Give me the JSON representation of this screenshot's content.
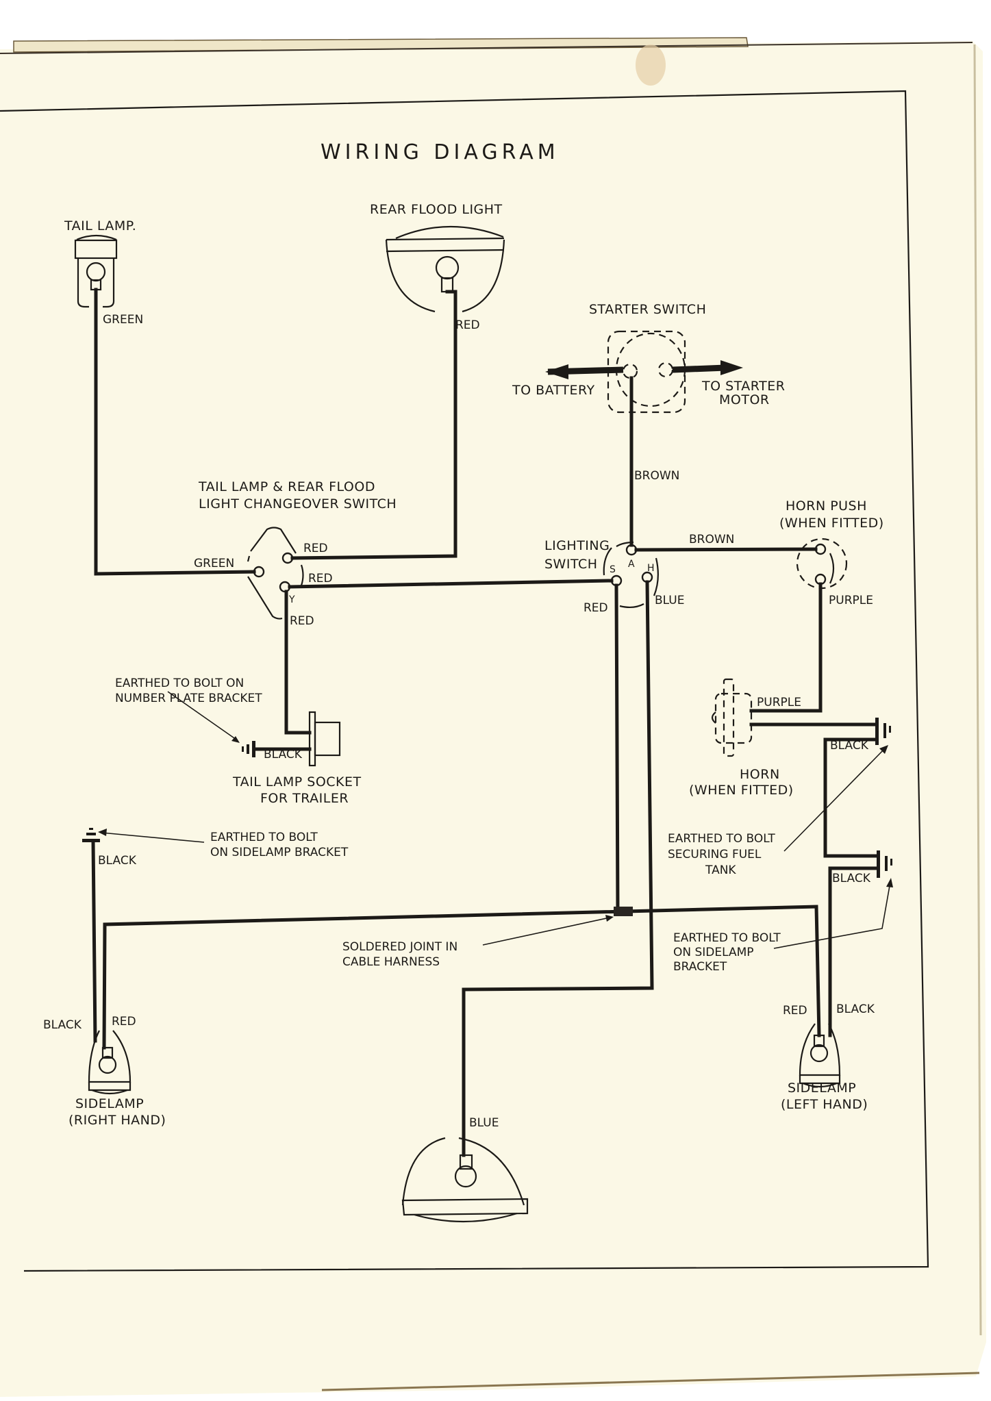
{
  "title": "WIRING DIAGRAM",
  "colors": {
    "paper": "#fbf8e6",
    "ink": "#1c1a17",
    "stain": "#e6cfa6"
  },
  "components": {
    "tail_lamp": {
      "label": "TAIL LAMP."
    },
    "rear_flood_light": {
      "label": "REAR  FLOOD  LIGHT"
    },
    "starter_switch": {
      "label": "STARTER SWITCH",
      "to_battery": "TO BATTERY",
      "to_starter_line1": "TO  STARTER",
      "to_starter_line2": "MOTOR"
    },
    "changeover_switch": {
      "label_line1": "TAIL LAMP & REAR FLOOD",
      "label_line2": "LIGHT  CHANGEOVER  SWITCH",
      "terminal_y": "Y"
    },
    "lighting_switch": {
      "label_line1": "LIGHTING",
      "label_line2": "SWITCH",
      "terminal_s": "S",
      "terminal_a": "A",
      "terminal_h": "H"
    },
    "horn_push": {
      "label_line1": "HORN PUSH",
      "label_line2": "(WHEN FITTED)"
    },
    "horn": {
      "label_line1": "HORN",
      "label_line2": "(WHEN FITTED)"
    },
    "trailer_socket": {
      "label_line1": "TAIL  LAMP  SOCKET",
      "label_line2": "FOR  TRAILER"
    },
    "sidelamp_right": {
      "label_line1": "SIDELAMP",
      "label_line2": "(RIGHT HAND)"
    },
    "sidelamp_left": {
      "label_line1": "SIDELAMP",
      "label_line2": "(LEFT  HAND)"
    },
    "headlamp": {}
  },
  "annotations": {
    "earth_number_plate": [
      "EARTHED TO BOLT ON",
      "NUMBER  PLATE BRACKET"
    ],
    "earth_sidelamp_right": [
      "EARTHED  TO  BOLT",
      "ON  SIDELAMP  BRACKET"
    ],
    "earth_fuel_tank": [
      "EARTHED TO BOLT",
      "SECURING  FUEL",
      "TANK"
    ],
    "earth_sidelamp_left": [
      "EARTHED  TO  BOLT",
      "ON  SIDELAMP",
      "BRACKET"
    ],
    "soldered_joint": [
      "SOLDERED  JOINT  IN",
      "CABLE   HARNESS"
    ]
  },
  "wire_labels": {
    "tail_green": "GREEN",
    "flood_red": "RED",
    "changeover_green": "GREEN",
    "changeover_red_top": "RED",
    "changeover_red_mid": "RED",
    "changeover_red_down": "RED",
    "starter_brown": "BROWN",
    "horn_brown": "BROWN",
    "switch_red": "RED",
    "switch_blue": "BLUE",
    "horn_push_purple": "PURPLE",
    "horn_purple": "PURPLE",
    "trailer_black": "BLACK",
    "horn_black": "BLACK",
    "fuel_tank_black": "BLACK",
    "right_side_black_top": "BLACK",
    "right_side_black": "BLACK",
    "right_side_red": "RED",
    "left_side_red": "RED",
    "left_side_black": "BLACK",
    "head_blue": "BLUE"
  }
}
